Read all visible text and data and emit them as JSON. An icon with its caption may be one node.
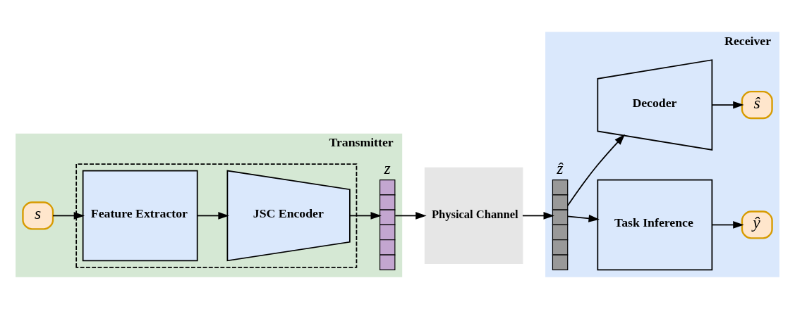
{
  "diagram": {
    "nodes": [
      {
        "text": [
          "Transmitter"
        ]
      },
      {
        "text": [
          "s"
        ],
        "in": 0
      },
      {
        "text": [],
        "shape": "box",
        "in": 0
      },
      {
        "text": [
          "Feature Extractor"
        ],
        "in": 2
      },
      {
        "text": [
          "JSC Encoder"
        ],
        "in": 2
      },
      {
        "text": [
          "z"
        ],
        "in": 0
      },
      {
        "text": [
          "Physical Channel"
        ]
      },
      {
        "text": [
          "Receiver"
        ]
      },
      {
        "text": [
          "ẑ"
        ],
        "in": 7
      },
      {
        "text": [
          "Task Inference"
        ],
        "in": 7
      },
      {
        "text": [
          "Decoder"
        ],
        "in": 7
      },
      {
        "text": [
          "ŷ"
        ],
        "in": 7
      },
      {
        "text": [
          "ŝ"
        ],
        "in": 7
      }
    ],
    "edges": [
      {
        "from": 1,
        "to": 3,
        "arrow": "to"
      },
      {
        "from": 3,
        "to": 4,
        "arrow": "to"
      },
      {
        "from": 4,
        "to": 5,
        "arrow": "to"
      },
      {
        "from": 5,
        "to": 6,
        "arrow": "to"
      },
      {
        "from": 6,
        "to": 8,
        "arrow": "to"
      },
      {
        "from": 8,
        "to": 9,
        "arrow": "to"
      },
      {
        "from": 8,
        "to": 10,
        "arrow": "to"
      },
      {
        "from": 9,
        "to": 11,
        "arrow": "to"
      },
      {
        "from": 10,
        "to": 12,
        "arrow": "to"
      }
    ]
  }
}
